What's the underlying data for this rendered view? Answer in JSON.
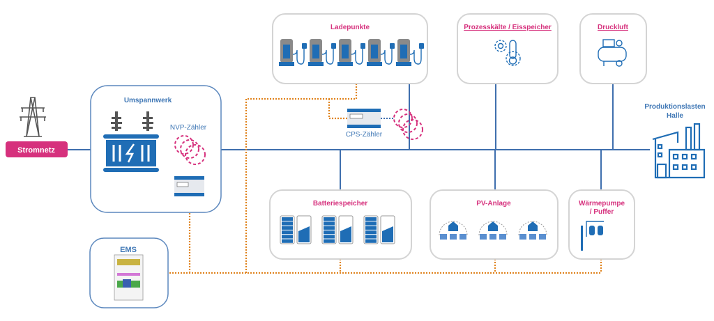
{
  "grid": {
    "label": "Stromnetz"
  },
  "substation": {
    "title": "Umspannwerk",
    "meter_label": "NVP-Zähler"
  },
  "charging": {
    "title": "Ladepunkte",
    "count": 5
  },
  "cps_meter": {
    "label": "CPS-Zähler"
  },
  "process_cooling": {
    "title": "Prozesskälte / Eisspeicher"
  },
  "compressed_air": {
    "title": "Druckluft"
  },
  "production": {
    "title_line1": "Produktionslasten",
    "title_line2": "Halle"
  },
  "battery": {
    "title": "Batteriespeicher"
  },
  "pv": {
    "title": "PV-Anlage"
  },
  "heatpump": {
    "title_line1": "Wärmepumpe",
    "title_line2": "/ Puffer"
  },
  "ems": {
    "title": "EMS"
  },
  "colors": {
    "accent_pink": "#d6317d",
    "bus_blue": "#3f6fae",
    "icon_blue": "#1f6db5",
    "comm_orange": "#e0841f"
  }
}
